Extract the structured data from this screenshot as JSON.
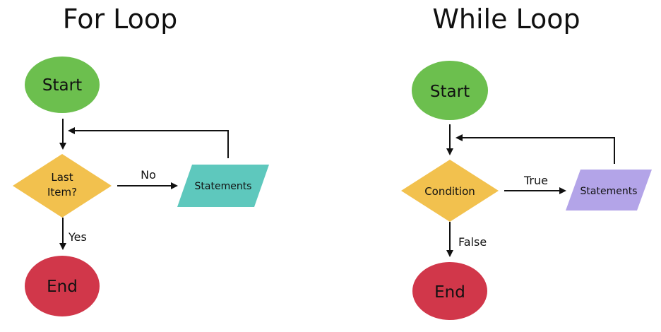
{
  "colors": {
    "start": "#6cbf4e",
    "end": "#d1374a",
    "decision": "#f2c14e",
    "statements_for": "#5ec8bd",
    "statements_while": "#b3a4e8",
    "line": "#111111",
    "text": "#111111"
  },
  "for_loop": {
    "title": "For Loop",
    "start": "Start",
    "decision_line1": "Last",
    "decision_line2": "Item?",
    "statements": "Statements",
    "no_label": "No",
    "yes_label": "Yes",
    "end": "End"
  },
  "while_loop": {
    "title": "While Loop",
    "start": "Start",
    "decision": "Condition",
    "statements": "Statements",
    "true_label": "True",
    "false_label": "False",
    "end": "End"
  }
}
